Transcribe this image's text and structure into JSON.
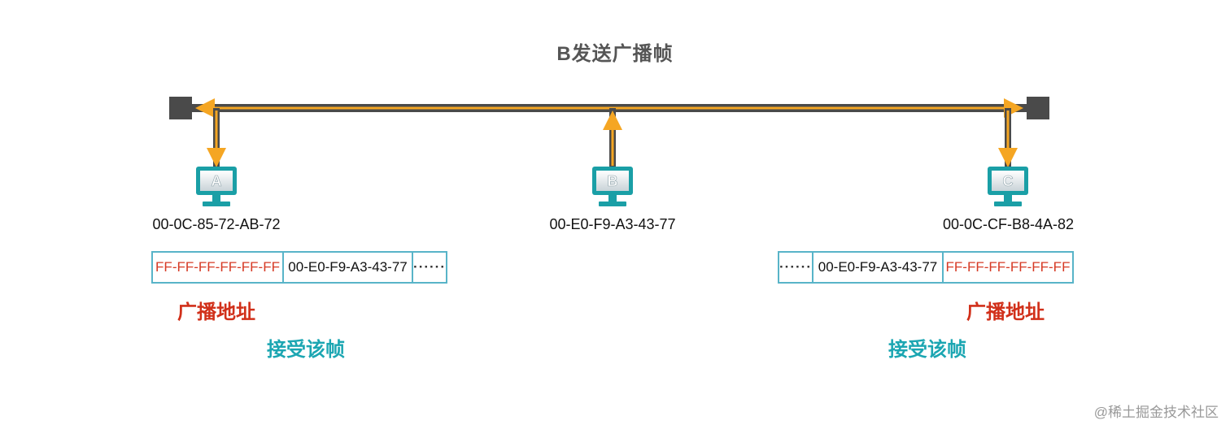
{
  "title": "B发送广播帧",
  "hosts": [
    {
      "id": "A",
      "mac": "00-0C-85-72-AB-72"
    },
    {
      "id": "B",
      "mac": "00-E0-F9-A3-43-77"
    },
    {
      "id": "C",
      "mac": "00-0C-CF-B8-4A-82"
    }
  ],
  "frames": {
    "left": {
      "dest": "FF-FF-FF-FF-FF-FF",
      "src": "00-E0-F9-A3-43-77",
      "more": "······"
    },
    "right": {
      "more": "······",
      "src": "00-E0-F9-A3-43-77",
      "dest": "FF-FF-FF-FF-FF-FF"
    }
  },
  "labels": {
    "broadcast_address": "广播地址",
    "accept_frame": "接受该帧"
  },
  "watermark": "@稀土掘金技术社区",
  "colors": {
    "bus": "#4a4a4a",
    "signal": "#f5a623",
    "monitor": "#1a9fa6",
    "frame_border": "#58b4c8",
    "broadcast_red": "#d1301a",
    "accept_teal": "#1ba6b2"
  }
}
